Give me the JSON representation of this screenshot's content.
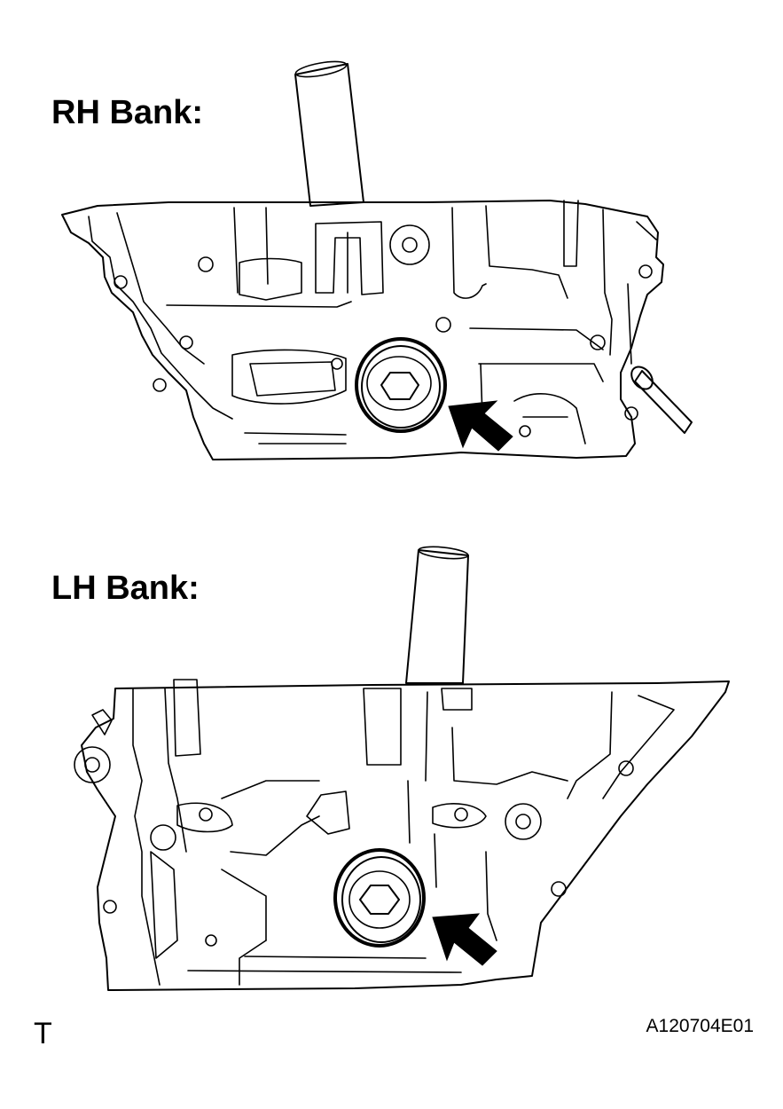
{
  "rh_bank": {
    "label": "RH Bank:"
  },
  "lh_bank": {
    "label": "LH Bank:"
  },
  "footer": {
    "mark": "T",
    "figure_code": "A120704E01"
  },
  "colors": {
    "line": "#000000",
    "background": "#ffffff"
  }
}
